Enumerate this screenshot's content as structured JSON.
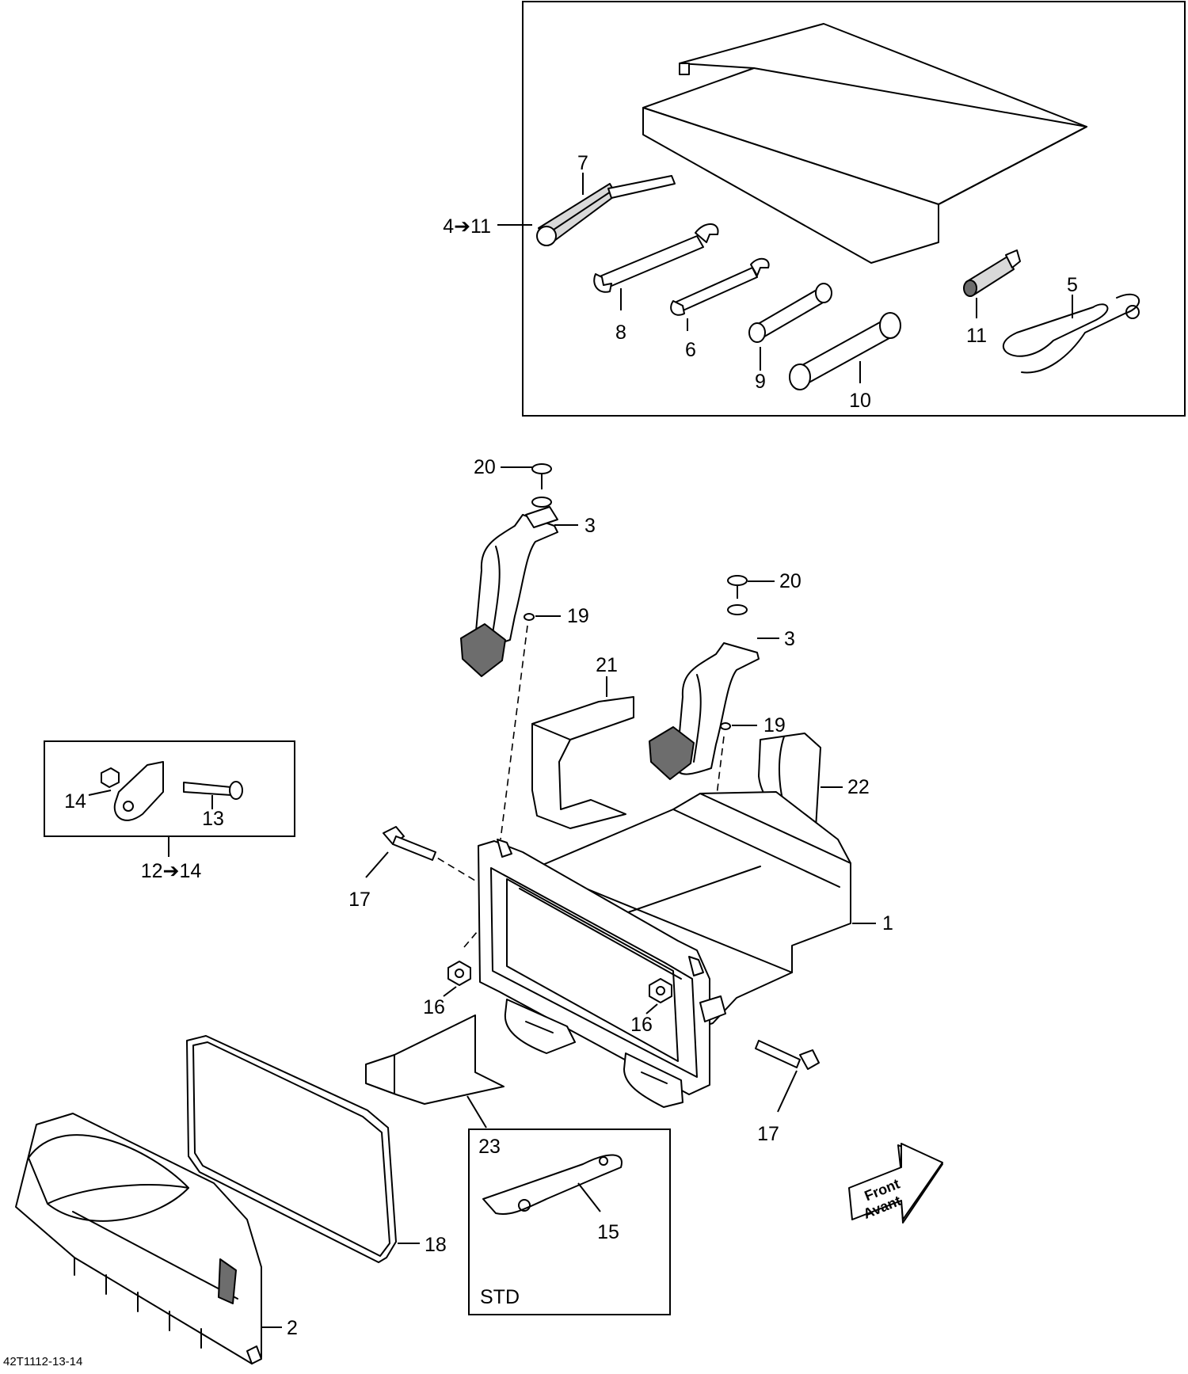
{
  "diagram": {
    "callouts": {
      "c1": "1",
      "c2": "2",
      "c3a": "3",
      "c3b": "3",
      "c4_11": "4➔11",
      "c5": "5",
      "c6": "6",
      "c7": "7",
      "c8": "8",
      "c9": "9",
      "c10": "10",
      "c11": "11",
      "c12_14": "12➔14",
      "c13": "13",
      "c14": "14",
      "c15": "15",
      "c16a": "16",
      "c16b": "16",
      "c17a": "17",
      "c17b": "17",
      "c18": "18",
      "c19a": "19",
      "c19b": "19",
      "c20a": "20",
      "c20b": "20",
      "c21": "21",
      "c22": "22",
      "c23": "23"
    },
    "std_label": "STD",
    "direction_badge": {
      "line1": "Front",
      "line2": "Avant"
    },
    "figure_code": "42T1112-13-14"
  }
}
